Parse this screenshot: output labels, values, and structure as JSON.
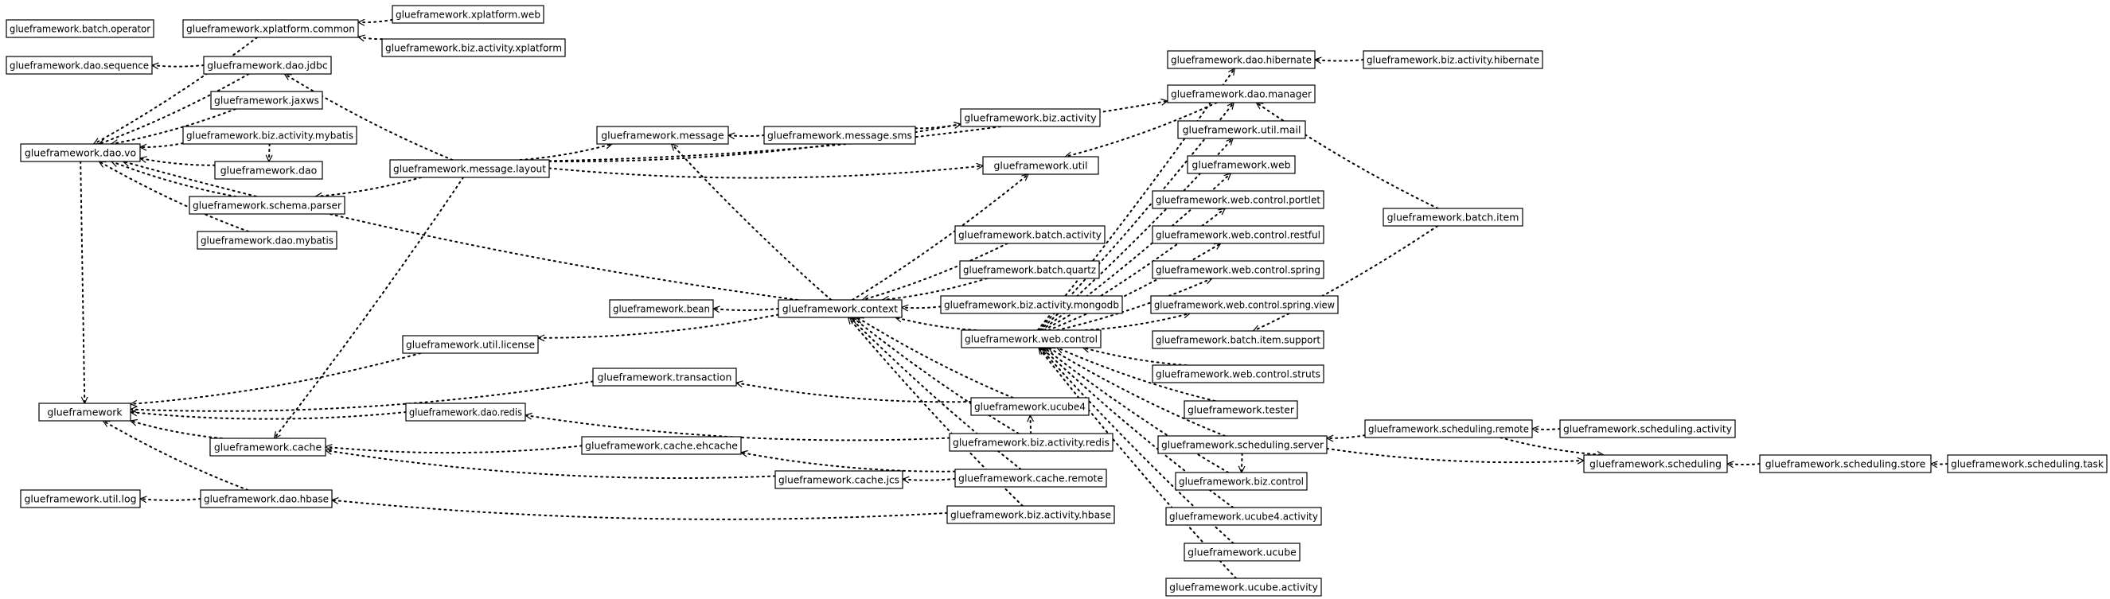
{
  "diagram": {
    "type": "package-dependency-graph",
    "colors": {
      "background": "#ffffff",
      "box_border": "#000000",
      "edge": "#000000",
      "text": "#000000"
    },
    "nodes": [
      {
        "id": "batch_operator",
        "label": "glueframework.batch.operator"
      },
      {
        "id": "xplatform_common",
        "label": "glueframework.xplatform.common"
      },
      {
        "id": "xplatform_web",
        "label": "glueframework.xplatform.web"
      },
      {
        "id": "biz_activity_xplatform",
        "label": "glueframework.biz.activity.xplatform"
      },
      {
        "id": "dao_sequence",
        "label": "glueframework.dao.sequence"
      },
      {
        "id": "dao_jdbc",
        "label": "glueframework.dao.jdbc"
      },
      {
        "id": "jaxws",
        "label": "glueframework.jaxws"
      },
      {
        "id": "biz_activity_mybatis",
        "label": "glueframework.biz.activity.mybatis"
      },
      {
        "id": "dao_vo",
        "label": "glueframework.dao.vo"
      },
      {
        "id": "dao",
        "label": "glueframework.dao"
      },
      {
        "id": "schema_parser",
        "label": "glueframework.schema.parser"
      },
      {
        "id": "dao_mybatis",
        "label": "glueframework.dao.mybatis"
      },
      {
        "id": "message_layout",
        "label": "glueframework.message.layout"
      },
      {
        "id": "message",
        "label": "glueframework.message"
      },
      {
        "id": "message_sms",
        "label": "glueframework.message.sms"
      },
      {
        "id": "biz_activity",
        "label": "glueframework.biz.activity"
      },
      {
        "id": "util",
        "label": "glueframework.util"
      },
      {
        "id": "dao_hibernate",
        "label": "glueframework.dao.hibernate"
      },
      {
        "id": "biz_activity_hibernate",
        "label": "glueframework.biz.activity.hibernate"
      },
      {
        "id": "dao_manager",
        "label": "glueframework.dao.manager"
      },
      {
        "id": "util_mail",
        "label": "glueframework.util.mail"
      },
      {
        "id": "web",
        "label": "glueframework.web"
      },
      {
        "id": "web_control_portlet",
        "label": "glueframework.web.control.portlet"
      },
      {
        "id": "web_control_restful",
        "label": "glueframework.web.control.restful"
      },
      {
        "id": "web_control_spring",
        "label": "glueframework.web.control.spring"
      },
      {
        "id": "web_control_spring_view",
        "label": "glueframework.web.control.spring.view"
      },
      {
        "id": "batch_item",
        "label": "glueframework.batch.item"
      },
      {
        "id": "batch_activity",
        "label": "glueframework.batch.activity"
      },
      {
        "id": "batch_quartz",
        "label": "glueframework.batch.quartz"
      },
      {
        "id": "bean",
        "label": "glueframework.bean"
      },
      {
        "id": "context",
        "label": "glueframework.context"
      },
      {
        "id": "biz_activity_mongodb",
        "label": "glueframework.biz.activity.mongodb"
      },
      {
        "id": "web_control",
        "label": "glueframework.web.control"
      },
      {
        "id": "batch_item_support",
        "label": "glueframework.batch.item.support"
      },
      {
        "id": "util_license",
        "label": "glueframework.util.license"
      },
      {
        "id": "transaction",
        "label": "glueframework.transaction"
      },
      {
        "id": "web_control_struts",
        "label": "glueframework.web.control.struts"
      },
      {
        "id": "glueframework",
        "label": "glueframework"
      },
      {
        "id": "dao_redis",
        "label": "glueframework.dao.redis"
      },
      {
        "id": "ucube4",
        "label": "glueframework.ucube4"
      },
      {
        "id": "web_tester",
        "label": "glueframework.tester"
      },
      {
        "id": "scheduling_remote",
        "label": "glueframework.scheduling.remote"
      },
      {
        "id": "scheduling_activity",
        "label": "glueframework.scheduling.activity"
      },
      {
        "id": "cache",
        "label": "glueframework.cache"
      },
      {
        "id": "cache_ehcache",
        "label": "glueframework.cache.ehcache"
      },
      {
        "id": "biz_activity_redis",
        "label": "glueframework.biz.activity.redis"
      },
      {
        "id": "scheduling_server",
        "label": "glueframework.scheduling.server"
      },
      {
        "id": "scheduling",
        "label": "glueframework.scheduling"
      },
      {
        "id": "scheduling_store",
        "label": "glueframework.scheduling.store"
      },
      {
        "id": "scheduling_task",
        "label": "glueframework.scheduling.task"
      },
      {
        "id": "cache_jcs",
        "label": "glueframework.cache.jcs"
      },
      {
        "id": "cache_remote",
        "label": "glueframework.cache.remote"
      },
      {
        "id": "biz_control",
        "label": "glueframework.biz.control"
      },
      {
        "id": "util_log",
        "label": "glueframework.util.log"
      },
      {
        "id": "dao_hbase",
        "label": "glueframework.dao.hbase"
      },
      {
        "id": "ucube4_activity",
        "label": "glueframework.ucube4.activity"
      },
      {
        "id": "biz_activity_hbase",
        "label": "glueframework.biz.activity.hbase"
      },
      {
        "id": "ucube",
        "label": "glueframework.ucube"
      },
      {
        "id": "ucube_activity",
        "label": "glueframework.ucube.activity"
      }
    ],
    "edges": [
      [
        "xplatform_web",
        "xplatform_common"
      ],
      [
        "biz_activity_xplatform",
        "xplatform_common"
      ],
      [
        "xplatform_common",
        "dao_vo"
      ],
      [
        "dao_jdbc",
        "dao_sequence"
      ],
      [
        "dao_jdbc",
        "dao_vo"
      ],
      [
        "jaxws",
        "dao_vo"
      ],
      [
        "biz_activity_mybatis",
        "dao_vo"
      ],
      [
        "biz_activity_mybatis",
        "dao"
      ],
      [
        "dao",
        "dao_vo"
      ],
      [
        "schema_parser",
        "dao_vo"
      ],
      [
        "dao_mybatis",
        "dao_vo"
      ],
      [
        "message_layout",
        "dao_jdbc"
      ],
      [
        "message_layout",
        "schema_parser"
      ],
      [
        "message_layout",
        "message"
      ],
      [
        "message_layout",
        "util"
      ],
      [
        "message_layout",
        "biz_activity"
      ],
      [
        "message_layout",
        "cache"
      ],
      [
        "message_layout",
        "dao_manager"
      ],
      [
        "message_sms",
        "message"
      ],
      [
        "message_sms",
        "biz_activity"
      ],
      [
        "biz_activity_hibernate",
        "dao_hibernate"
      ],
      [
        "dao_manager",
        "util"
      ],
      [
        "batch_item",
        "dao_manager"
      ],
      [
        "batch_item",
        "batch_item_support"
      ],
      [
        "context",
        "bean"
      ],
      [
        "context",
        "message"
      ],
      [
        "context",
        "util"
      ],
      [
        "context",
        "util_license"
      ],
      [
        "context",
        "dao_vo"
      ],
      [
        "batch_activity",
        "context"
      ],
      [
        "batch_quartz",
        "context"
      ],
      [
        "biz_activity_mongodb",
        "context"
      ],
      [
        "web_control",
        "context"
      ],
      [
        "web_control",
        "dao_hibernate"
      ],
      [
        "web_control",
        "dao_manager"
      ],
      [
        "web_control",
        "util_mail"
      ],
      [
        "web_control",
        "web"
      ],
      [
        "web_control",
        "web_control_portlet"
      ],
      [
        "web_control",
        "web_control_restful"
      ],
      [
        "web_control",
        "web_control_spring"
      ],
      [
        "web_control",
        "web_control_spring_view"
      ],
      [
        "web_control_struts",
        "web_control"
      ],
      [
        "web_tester",
        "web_control"
      ],
      [
        "scheduling_server",
        "web_control"
      ],
      [
        "biz_control",
        "web_control"
      ],
      [
        "ucube4_activity",
        "web_control"
      ],
      [
        "ucube",
        "web_control"
      ],
      [
        "ucube_activity",
        "web_control"
      ],
      [
        "util_license",
        "glueframework"
      ],
      [
        "transaction",
        "glueframework"
      ],
      [
        "dao_redis",
        "glueframework"
      ],
      [
        "cache",
        "glueframework"
      ],
      [
        "dao_hbase",
        "glueframework"
      ],
      [
        "dao_hbase",
        "util_log"
      ],
      [
        "dao_vo",
        "glueframework"
      ],
      [
        "ucube4",
        "context"
      ],
      [
        "ucube4",
        "transaction"
      ],
      [
        "biz_activity_redis",
        "ucube4"
      ],
      [
        "biz_activity_redis",
        "dao_redis"
      ],
      [
        "biz_activity_redis",
        "context"
      ],
      [
        "cache_ehcache",
        "cache"
      ],
      [
        "cache_jcs",
        "cache"
      ],
      [
        "cache_remote",
        "cache_jcs"
      ],
      [
        "cache_remote",
        "cache_ehcache"
      ],
      [
        "cache_remote",
        "context"
      ],
      [
        "biz_activity_hbase",
        "dao_hbase"
      ],
      [
        "biz_activity_hbase",
        "context"
      ],
      [
        "scheduling_remote",
        "scheduling_server"
      ],
      [
        "scheduling_activity",
        "scheduling_remote"
      ],
      [
        "scheduling_server",
        "scheduling"
      ],
      [
        "scheduling_remote",
        "scheduling"
      ],
      [
        "scheduling_store",
        "scheduling"
      ],
      [
        "scheduling_task",
        "scheduling_store"
      ],
      [
        "scheduling_server",
        "biz_control"
      ]
    ]
  }
}
